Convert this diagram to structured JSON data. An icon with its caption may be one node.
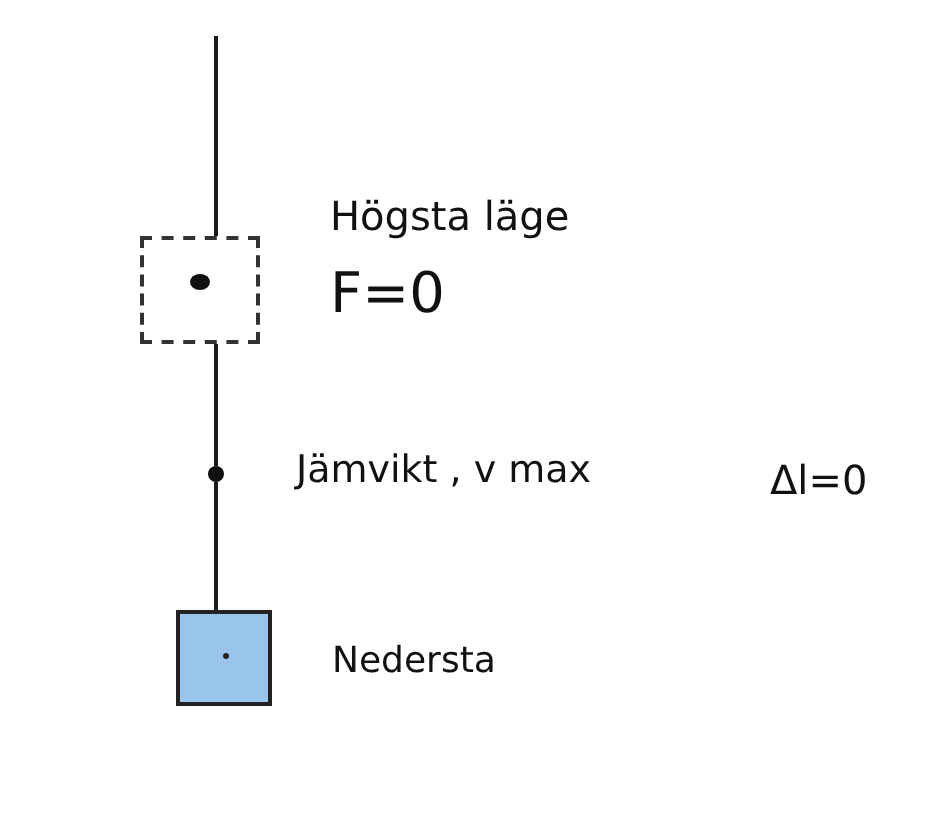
{
  "diagram": {
    "nodes": [
      {
        "text": [],
        "shape": "box",
        "beside": [
          "Högsta läge",
          "F=0"
        ]
      },
      {
        "text": [],
        "shape": "circle",
        "beside": [
          "Jämvikt , v max"
        ]
      },
      {
        "text": [],
        "shape": "box",
        "beside": [
          "Nedersta"
        ]
      }
    ],
    "edges": [
      {
        "from": null,
        "to": 0,
        "arrow": "none"
      },
      {
        "from": 0,
        "to": 1,
        "arrow": "none"
      },
      {
        "from": 1,
        "to": 2,
        "arrow": "none"
      }
    ],
    "labels": [
      "Δl=0"
    ]
  }
}
